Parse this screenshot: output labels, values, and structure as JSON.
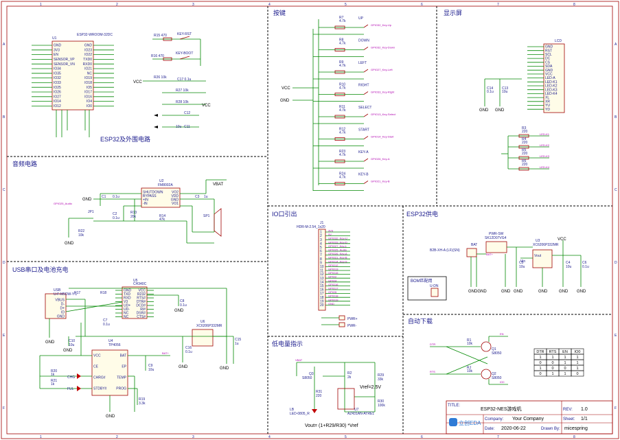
{
  "sections": {
    "esp32": "ESP32及外围电路",
    "keys": "按键",
    "display": "显示屏",
    "audio": "音频电路",
    "io": "IO口引出",
    "power": "ESP32供电",
    "usb": "USB串口及电池充电",
    "lowbat": "低电量指示",
    "autodl": "自动下载",
    "bom": "BOM匹配用"
  },
  "esp32": {
    "module_ref": "U1",
    "module_name": "ESP32-WROOM-32DC",
    "left_pins": [
      "GND",
      "3V3",
      "EN",
      "SENSOR_VP",
      "SENSOR_VN",
      "IO34",
      "IO35",
      "IO32",
      "IO33",
      "IO25",
      "IO26",
      "IO27",
      "IO14",
      "IO12"
    ],
    "right_pins": [
      "GND",
      "IO23",
      "IO22",
      "TXD0",
      "RXD0",
      "IO21",
      "NC",
      "IO19",
      "IO18",
      "IO5",
      "IO17",
      "IO16",
      "IO4",
      "IO0"
    ],
    "r15": "R15 470",
    "key_rst": "KEY-RST",
    "r16": "R16 470",
    "key_boot": "KEY-BOOT",
    "r26": "R26 10k",
    "c17": "C17 0.1u",
    "r27": "R27 10k",
    "r28": "R28 10k",
    "c12": "C12",
    "c11": "C11",
    "c11v": "10u"
  },
  "keys": [
    {
      "r": "R7",
      "v": "4.7k",
      "name": "UP",
      "net": "GPIO32_Key-Up"
    },
    {
      "r": "R8",
      "v": "4.7k",
      "name": "DOWN",
      "net": "GPIO32_Key-Down"
    },
    {
      "r": "R9",
      "v": "4.7k",
      "name": "LEFT",
      "net": "GPIO27_Key-Left"
    },
    {
      "r": "R10",
      "v": "4.7k",
      "name": "RIGHT",
      "net": "GPIO33_Key-Right"
    },
    {
      "r": "R11",
      "v": "4.7k",
      "name": "SELECT",
      "net": "GPIO13_Key-Select"
    },
    {
      "r": "R12",
      "v": "4.7k",
      "name": "START",
      "net": "GPIO14_Key-Start"
    },
    {
      "r": "R23",
      "v": "4.7k",
      "name": "KEY-A",
      "net": "GPIO26_Key-A"
    },
    {
      "r": "R24",
      "v": "4.7k",
      "name": "KEY-B",
      "net": "GPIO21_Key-B"
    }
  ],
  "display": {
    "ref": "LCD",
    "pins": [
      "GND",
      "RST",
      "SCL",
      "DC",
      "CS",
      "SDA",
      "GND",
      "VCC",
      "LED-A",
      "LED-K1",
      "LED-K2",
      "LED-K3",
      "LED-K4",
      "XL",
      "XR",
      "YU",
      "YD"
    ],
    "c14": "C14",
    "c14v": "0.1u",
    "c13": "C13",
    "c13v": "10u",
    "resistors": [
      {
        "r": "R3",
        "v": "220"
      },
      {
        "r": "R4",
        "v": "220"
      },
      {
        "r": "R5",
        "v": "220"
      },
      {
        "r": "R6",
        "v": "220"
      }
    ],
    "led_nets": [
      "LED-K1",
      "LED-K2",
      "LED-K3",
      "LED-K4"
    ]
  },
  "audio": {
    "u2": "U2",
    "u2name": "FM8002A",
    "pins_l": [
      "SHUTDOWN",
      "BYPASS",
      "+IN",
      "-IN"
    ],
    "pins_r": [
      "VO2",
      "VDD",
      "GND",
      "VO1"
    ],
    "vbat": "VBAT",
    "c1": "C1",
    "c1v": "0.1u",
    "c3": "C3",
    "c3v": "1u",
    "c2": "C2",
    "c2v": "0.1u",
    "r13": "R13",
    "r13v": "20k",
    "r14": "R14",
    "r14v": "47k",
    "r22": "R22",
    "r22v": "10k",
    "jp1": "JP1",
    "sp1": "SP1",
    "net": "GPIO25_Audio"
  },
  "io": {
    "ref": "J1",
    "name": "HDR-M-2.54_1x20",
    "pins": [
      "1",
      "2",
      "3",
      "4",
      "5",
      "6",
      "7",
      "8",
      "9",
      "10",
      "11",
      "12",
      "13",
      "14",
      "15",
      "16",
      "17",
      "18",
      "19",
      "20"
    ],
    "nets": [
      "3V3",
      "5V",
      "GPIO32_Key-U",
      "GPIO33_Key-D",
      "GPIO27_Key-L",
      "GPIO25_Audio",
      "GPIO26_Key-A",
      "GPIO21_Key-B",
      "GPIO14_Key-S",
      "GPIO12",
      "GPIO13",
      "GPIO15",
      "GPIO2",
      "GPIO4",
      "GPIO16",
      "GPIO17",
      "GPIO5",
      "GPIO18",
      "GPIO19",
      "GND"
    ],
    "pwr_plus": "PWR+",
    "pwr_minus": "PWR-"
  },
  "power": {
    "bat": "BAT",
    "bat_pkg": "B2B-XH-A (LF)(SN)",
    "sw": "PWR-SW",
    "sw_name": "SK12D07VG4",
    "u3": "U3",
    "u3name": "XC6206P332MR",
    "c5": "C5",
    "c5v": "10u",
    "c4": "C4",
    "c4v": "10u",
    "c6": "C6",
    "c6v": "0.1u",
    "vin": "Vin",
    "vout": "Vout",
    "vcc": "VCC",
    "batp": "BAT+",
    "bom_ref": "U-DN"
  },
  "usb": {
    "usb_ref": "USB",
    "usb_name": "U-F-M5DW-Y-1",
    "usb_pins": [
      "VBUS",
      "D-",
      "D+",
      "ID",
      "GND"
    ],
    "r17": "R17",
    "r18": "R18",
    "u5": "U5",
    "u5name": "CH340C",
    "u5pins_l": [
      "GND",
      "TXD",
      "RXD",
      "V3",
      "UD+",
      "UD-",
      "NC",
      "NC"
    ],
    "u5pins_r": [
      "VCC",
      "R232",
      "RTS#",
      "DTR#",
      "DCD#",
      "RI#",
      "DSR#",
      "CTS#"
    ],
    "c7": "C7",
    "c7v": "0.1u",
    "c8": "C8",
    "c8v": "0.1u",
    "c10": "C10",
    "c10v": "10u",
    "u4": "U4",
    "u4name": "TP4056",
    "u4pins_l": [
      "VCC",
      "CE",
      "CHRG#",
      "STDBY#"
    ],
    "u4pins_r": [
      "BAT",
      "EP",
      "TEMP",
      "PROG"
    ],
    "r20": "R20",
    "r20v": "1k",
    "r21": "R21",
    "r21v": "1k",
    "chg": "CHG",
    "ful": "FUL",
    "c9": "C9",
    "c9v": "10u",
    "r19": "R19",
    "r19v": "3.3k",
    "u6": "U6",
    "u6name": "XC6206P332MR",
    "c16": "C16",
    "c16v": "0.1u",
    "c15": "C15",
    "c15v": "1u",
    "batp": "BAT+",
    "rts": "RTS",
    "dtr": "DTR"
  },
  "lowbat": {
    "vbat": "VBAT",
    "q3": "Q3",
    "q3name": "S8050",
    "r2": "R2",
    "r2v": "2k",
    "r29": "R29",
    "r29v": "33k",
    "r31": "R31",
    "r31v": "220",
    "r30": "R30",
    "r30v": "100k",
    "u7": "U7",
    "u7name": "AZ431AN-ATRE1",
    "lb": "LB",
    "lbname": "LED-0805_R",
    "vref": "Vref=2.5V",
    "formula": "Vout= (1+R29/R30) *Vref"
  },
  "autodl": {
    "r1": "R1",
    "r1v": "10k",
    "rj": "RJ",
    "rjv": "10k",
    "q1": "Q1",
    "q1name": "S8050",
    "q2": "Q2",
    "q2name": "S8050",
    "dtr": "DTR",
    "rts": "RTS",
    "en": "EN",
    "io0": "IO0",
    "table_head": [
      "DTR",
      "RTS",
      "EN",
      "IO0"
    ],
    "table_rows": [
      [
        "1",
        "1",
        "1",
        "1"
      ],
      [
        "0",
        "0",
        "1",
        "1"
      ],
      [
        "1",
        "0",
        "0",
        "1"
      ],
      [
        "0",
        "1",
        "1",
        "0"
      ]
    ]
  },
  "titleblock": {
    "title_label": "TITLE:",
    "title": "ESP32-NES游戏机",
    "rev_label": "REV:",
    "rev": "1.0",
    "company_label": "Company:",
    "company": "Your Company",
    "sheet_label": "Sheet:",
    "sheet": "1/1",
    "date_label": "Date:",
    "date": "2020-06-22",
    "drawn_label": "Drawn By:",
    "drawn": "micespring",
    "logo": "立创EDA"
  },
  "grid_cols": [
    "1",
    "2",
    "3",
    "4",
    "5",
    "6",
    "7",
    "8"
  ],
  "grid_rows": [
    "A",
    "B",
    "C",
    "D",
    "E",
    "F"
  ]
}
